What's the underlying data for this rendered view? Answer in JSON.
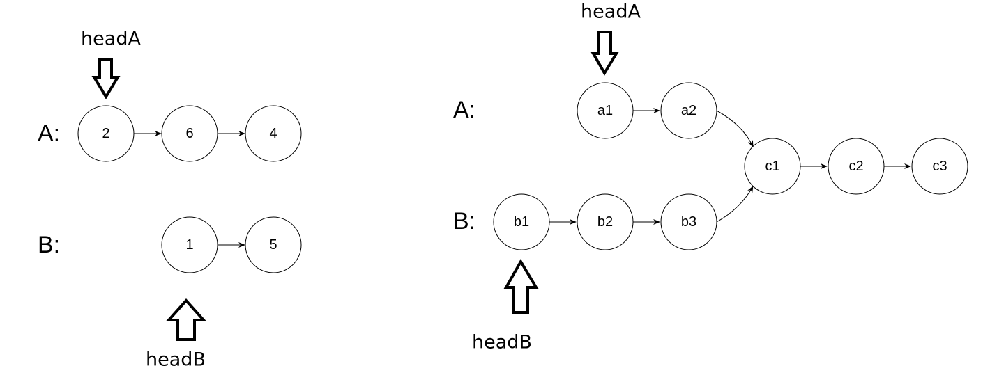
{
  "diagram": {
    "title": "Linked list intersection examples",
    "left": {
      "lists": [
        {
          "label": "A:",
          "nodes": [
            "2",
            "6",
            "4"
          ]
        },
        {
          "label": "B:",
          "nodes": [
            "1",
            "5"
          ]
        }
      ],
      "pointers": [
        {
          "label": "headA",
          "target_list": "A",
          "target_node": "2",
          "direction": "down"
        },
        {
          "label": "headB",
          "target_list": "B",
          "target_node": "1",
          "direction": "up"
        }
      ],
      "edges": [
        {
          "from": "2",
          "to": "6"
        },
        {
          "from": "6",
          "to": "4"
        },
        {
          "from": "1",
          "to": "5"
        }
      ]
    },
    "right": {
      "lists": [
        {
          "label": "A:",
          "nodes": [
            "a1",
            "a2"
          ]
        },
        {
          "label": "B:",
          "nodes": [
            "b1",
            "b2",
            "b3"
          ]
        },
        {
          "label": "",
          "nodes": [
            "c1",
            "c2",
            "c3"
          ]
        }
      ],
      "pointers": [
        {
          "label": "headA",
          "target_list": "A",
          "target_node": "a1",
          "direction": "down"
        },
        {
          "label": "headB",
          "target_list": "B",
          "target_node": "b1",
          "direction": "up"
        }
      ],
      "edges": [
        {
          "from": "a1",
          "to": "a2"
        },
        {
          "from": "a2",
          "to": "c1"
        },
        {
          "from": "b1",
          "to": "b2"
        },
        {
          "from": "b2",
          "to": "b3"
        },
        {
          "from": "b3",
          "to": "c1"
        },
        {
          "from": "c1",
          "to": "c2"
        },
        {
          "from": "c2",
          "to": "c3"
        }
      ]
    }
  }
}
